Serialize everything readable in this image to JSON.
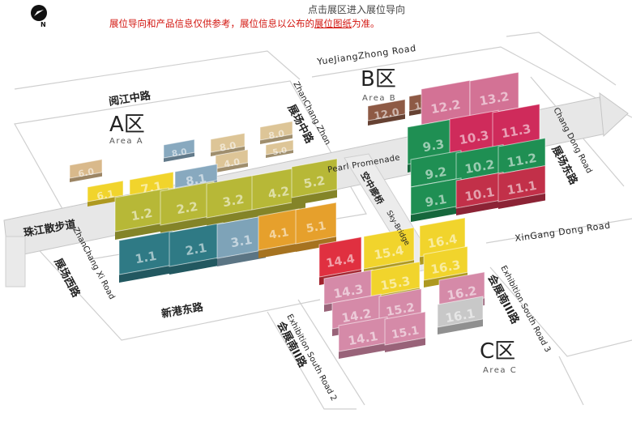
{
  "header": {
    "instruction": "点击展区进入展位导向",
    "disclaimer_before": "展位导向和产品信息仅供参考，展位信息以公布的",
    "disclaimer_link": "展位图纸",
    "disclaimer_after": "为准。"
  },
  "compass": {
    "label": "N"
  },
  "areas": {
    "a": {
      "title": "A区",
      "sub": "Area A"
    },
    "b": {
      "title": "B区",
      "sub": "Area B"
    },
    "c": {
      "title": "C区",
      "sub": "Area C"
    }
  },
  "roads": {
    "yuejiang_cn": "阅江中路",
    "yuejiang_en": "YueJiangZhong Road",
    "zhanchang_zhong_cn": "展场中路",
    "zhanchang_zhong_en": "ZhanChang Zhon",
    "zhanchang_dong_cn": "展场东路",
    "zhanchang_dong_en": "Chang Dong Road",
    "zhanchang_xi_cn": "展场西路",
    "zhanchang_xi_en": "ZhanChang Xi Road",
    "pearl_cn": "珠江散步道",
    "pearl_en": "Pearl Promenade",
    "skybridge_cn": "空中廊桥",
    "skybridge_en": "Sky-Bridge",
    "xingang_cn": "新港东路",
    "xingang_en": "XinGang Dong Road",
    "huizhan3_cn": "会展南III路",
    "huizhan3_en": "Exhibition South Road 3",
    "huizhan2_cn": "会展南II路",
    "huizhan2_en": "Exhibition South Road 2"
  },
  "halls": [
    {
      "id": "6.0",
      "color": "#d9b98b"
    },
    {
      "id": "8.0",
      "color": "#88a9bf"
    },
    {
      "id": "8.0",
      "color": "#ddc597"
    },
    {
      "id": "8.0",
      "color": "#ddc597"
    },
    {
      "id": "4.0",
      "color": "#ddc597"
    },
    {
      "id": "5.0",
      "color": "#ddc597"
    },
    {
      "id": "6.1",
      "color": "#f1d42c"
    },
    {
      "id": "7.1",
      "color": "#f1d42c"
    },
    {
      "id": "8.1",
      "color": "#88a9bf"
    },
    {
      "id": "1.2",
      "color": "#b7b837"
    },
    {
      "id": "2.2",
      "color": "#b7b837"
    },
    {
      "id": "3.2",
      "color": "#b7b837"
    },
    {
      "id": "4.2",
      "color": "#b7b837"
    },
    {
      "id": "5.2",
      "color": "#b7b837"
    },
    {
      "id": "1.1",
      "color": "#2f7a85"
    },
    {
      "id": "2.1",
      "color": "#2f7a85"
    },
    {
      "id": "3.1",
      "color": "#7ea3b8"
    },
    {
      "id": "4.1",
      "color": "#e6a02c"
    },
    {
      "id": "5.1",
      "color": "#e6a02c"
    },
    {
      "id": "12.0",
      "color": "#8e5a45"
    },
    {
      "id": "13.0",
      "color": "#8e5a45"
    },
    {
      "id": "12.2",
      "color": "#d37295"
    },
    {
      "id": "13.2",
      "color": "#d37295"
    },
    {
      "id": "9.3",
      "color": "#1f8f53"
    },
    {
      "id": "10.3",
      "color": "#cf2b5b"
    },
    {
      "id": "11.3",
      "color": "#cf2b5b"
    },
    {
      "id": "9.2",
      "color": "#1f8f53"
    },
    {
      "id": "10.2",
      "color": "#1f8f53"
    },
    {
      "id": "11.2",
      "color": "#1f8f53"
    },
    {
      "id": "9.1",
      "color": "#1f8f53"
    },
    {
      "id": "10.1",
      "color": "#c23049"
    },
    {
      "id": "11.1",
      "color": "#c23049"
    },
    {
      "id": "14.4",
      "color": "#e03040"
    },
    {
      "id": "15.4",
      "color": "#f1d42c"
    },
    {
      "id": "16.4",
      "color": "#f1d42c"
    },
    {
      "id": "14.3",
      "color": "#d58aa8"
    },
    {
      "id": "15.3",
      "color": "#f1d42c"
    },
    {
      "id": "16.3",
      "color": "#f1d42c"
    },
    {
      "id": "14.2",
      "color": "#d58aa8"
    },
    {
      "id": "15.2",
      "color": "#d58aa8"
    },
    {
      "id": "16.2",
      "color": "#d58aa8"
    },
    {
      "id": "14.1",
      "color": "#d58aa8"
    },
    {
      "id": "15.1",
      "color": "#d58aa8"
    },
    {
      "id": "16.1",
      "color": "#c8c8c8"
    }
  ]
}
